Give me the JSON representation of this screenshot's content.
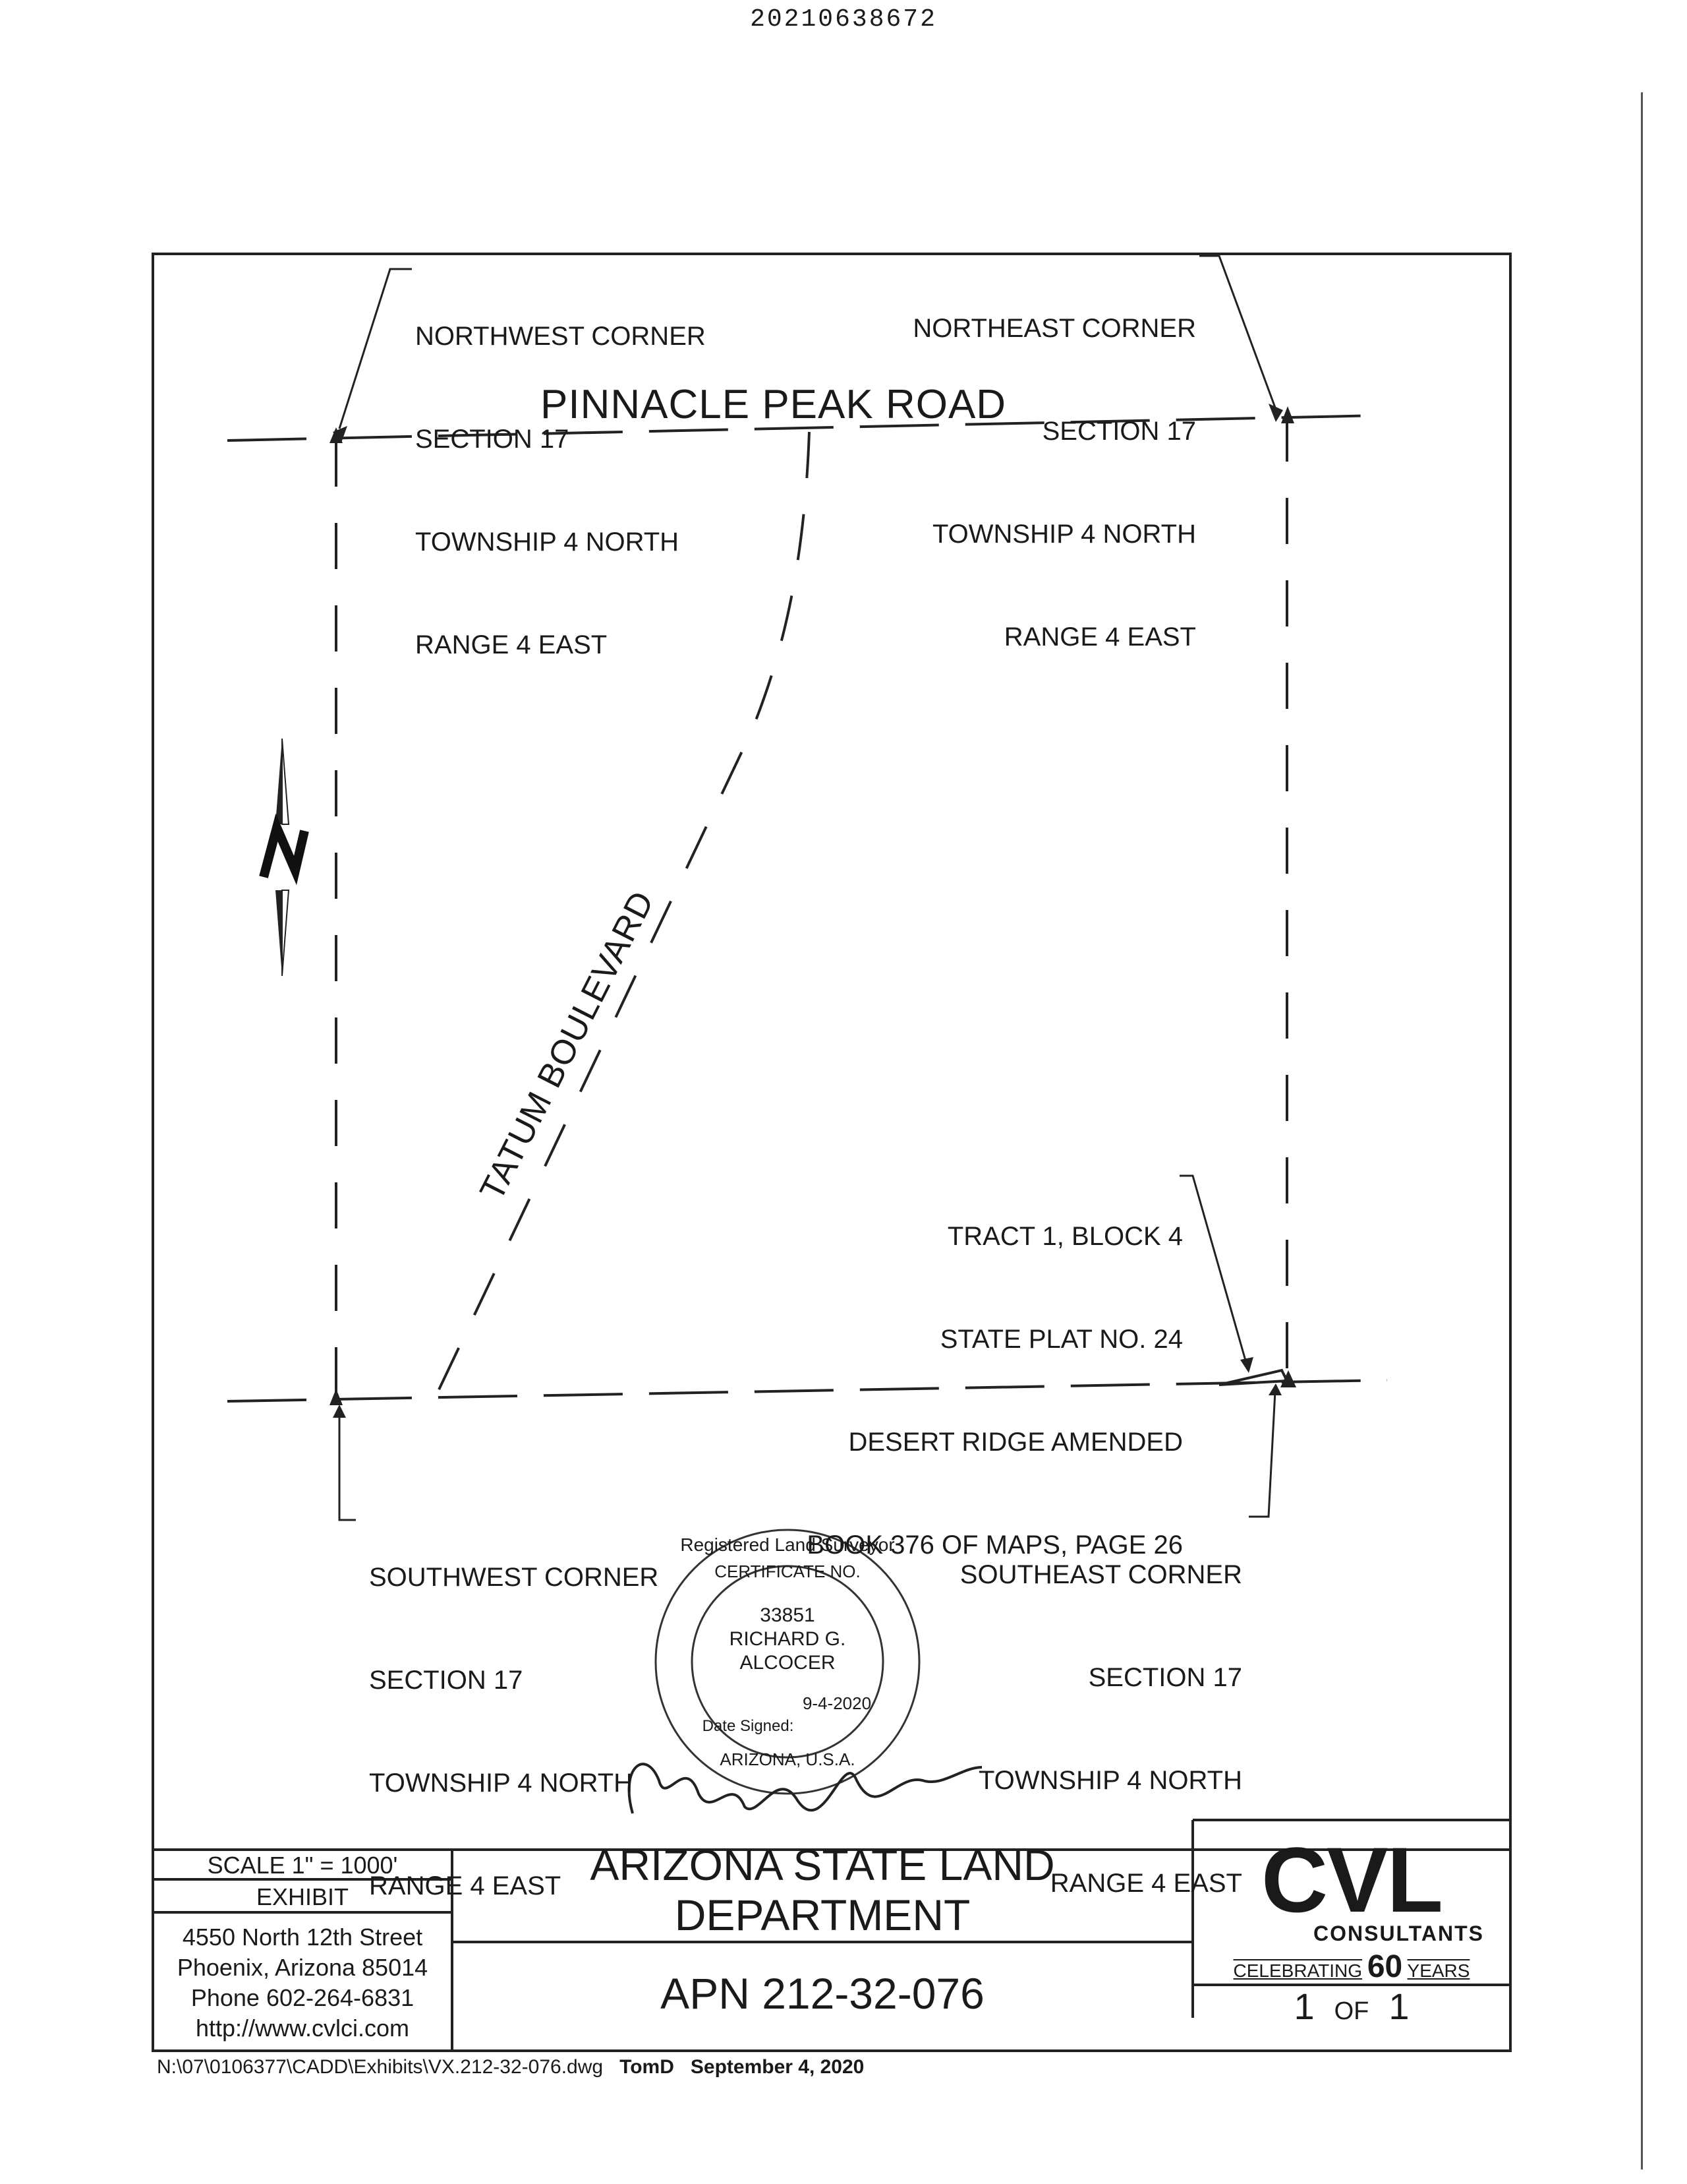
{
  "document_number": "20210638672",
  "corners": {
    "northwest": [
      "NORTHWEST CORNER",
      "SECTION 17",
      "TOWNSHIP 4 NORTH",
      "RANGE 4 EAST"
    ],
    "northeast": [
      "NORTHEAST CORNER",
      "SECTION 17",
      "TOWNSHIP 4 NORTH",
      "RANGE 4 EAST"
    ],
    "southwest": [
      "SOUTHWEST CORNER",
      "SECTION 17",
      "TOWNSHIP 4 NORTH",
      "RANGE 4 EAST"
    ],
    "southeast": [
      "SOUTHEAST CORNER",
      "SECTION 17",
      "TOWNSHIP 4 NORTH",
      "RANGE 4 EAST"
    ]
  },
  "roads": {
    "north": "PINNACLE PEAK ROAD",
    "diagonal": "TATUM BOULEVARD"
  },
  "tract": [
    "TRACT 1, BLOCK 4",
    "STATE PLAT NO. 24",
    "DESERT RIDGE AMENDED",
    "BOOK 376 OF MAPS, PAGE 26"
  ],
  "seal": {
    "top_text": "Registered Land Surveyor",
    "certificate": "CERTIFICATE NO.",
    "number": "33851",
    "name_line1": "RICHARD G.",
    "name_line2": "ALCOCER",
    "date_label": "Date Signed:",
    "date": "9-4-2020",
    "bottom_text": "ARIZONA, U.S.A."
  },
  "title_block": {
    "scale": "SCALE 1\" = 1000'",
    "exhibit": "EXHIBIT",
    "address": [
      "4550 North 12th Street",
      "Phoenix, Arizona 85014",
      "Phone 602-264-6831",
      "http://www.cvlci.com"
    ],
    "agency_line1": "ARIZONA STATE LAND",
    "agency_line2": "DEPARTMENT",
    "apn": "APN 212-32-076",
    "page_current": "1",
    "page_of": "OF",
    "page_total": "1"
  },
  "logo": {
    "name": "CVL",
    "sub": "CONSULTANTS",
    "celebrating": "CELEBRATING",
    "years_number": "60",
    "years": "YEARS"
  },
  "footer": {
    "path": "N:\\07\\0106377\\CADD\\Exhibits\\VX.212-32-076.dwg",
    "author": "TomD",
    "date": "September 4, 2020"
  },
  "icons": [
    "north-arrow-icon",
    "corner-monument-icon"
  ]
}
